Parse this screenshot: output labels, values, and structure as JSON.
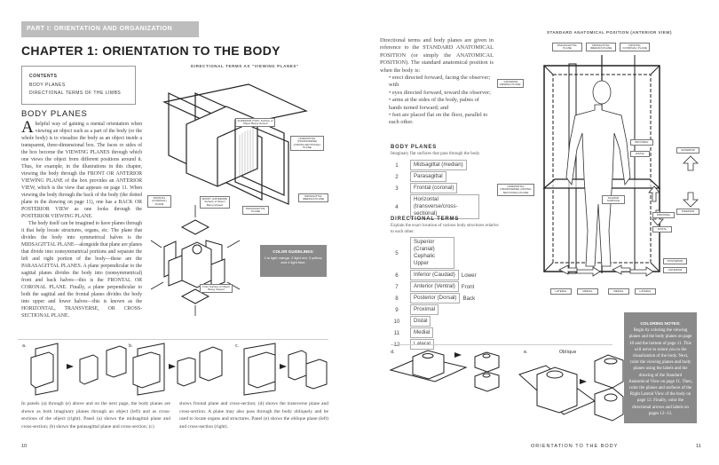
{
  "left_page": {
    "part_banner": "PART I: ORIENTATION AND ORGANIZATION",
    "chapter_title": "CHAPTER 1: ORIENTATION TO THE BODY",
    "contents": {
      "heading": "CONTENTS",
      "items": [
        "BODY PLANES",
        "DIRECTIONAL TERMS OF THE LIMBS"
      ]
    },
    "section_heading": "BODY PLANES",
    "drop_cap": "A",
    "paragraph1": "helpful way of gaining a mental orientation when viewing an object such as a part of the body (or the whole body) is to visualize the body as an object inside a transparent, three-dimensional box. The faces or sides of the box become the VIEWING PLANES through which one views the object from different positions around it. Thus, for example, in the illustrations in this chapter, viewing the body through the FRONT OR ANTERIOR VIEWING PLANE of the box provides an ANTERIOR VIEW, which is the view that appears on page 11. When viewing the body through the back of the body (the dotted plane in the drawing on page 11), one has a BACK OR POSTERIOR VIEW as one looks through the POSTERIOR VIEWING PLANE.",
    "paragraph2": "The body itself can be imagined to have planes through it that help locate structures, organs, etc. The plane that divides the body into symmetrical halves is the MIDSAGITTAL PLANE—alongside that plane are planes that divide into nonsymmetrical portions and separate the left and right portion of the body—these are the PARASAGITTAL PLANES. A plane perpendicular to the sagittal planes divides the body into (nonsymmetrical) front and back halves—this is the FRONTAL OR CORONAL PLANE. Finally, a plane perpendicular to both the sagittal and the frontal planes divides the body into upper and lower halves—this is known as the HORIZONTAL, TRANSVERSE, OR CROSS-SECTIONAL PLANE.",
    "figure_title": "DIRECTIONAL TERMS AS \"VIEWING PLANES\"",
    "figure_labels": {
      "superior": "SUPERIOR (TOP): Surface of Object Being Viewed",
      "horizontal": "HORIZONTAL (TRANSVERSE) (CROSS-SECTIONAL) PLANE",
      "frontal": "FRONTAL (CORONAL) PLANE",
      "front_surface": "FRONT (ANTERIOR) Surface of Object Being Viewed",
      "parasagittal": "PARASAGITTAL PLANE",
      "midsagittal": "MIDSAGITTAL (MEDIAN) PLANE",
      "small_front": "Front Surface of Object Being Viewed"
    },
    "color_guidelines": {
      "title": "COLOR GUIDELINES:",
      "text": "1 is light orange, 2 light red, 3 yellow, and 4 light blue."
    },
    "panel_labels": [
      "a.",
      "b.",
      "c."
    ],
    "caption_col1": "In panels (a) through (e) above and on the next page, the body planes are shown as both imaginary planes through an object (left) and as cross-sections of the object (right). Panel (a) shows the midsagittal plane and cross-section; (b) shows the parasagittal plane and cross-section; (c)",
    "caption_col2": "shows frontal plane and cross-section; (d) shows the transverse plane and cross-section. A plane may also pass through the body obliquely and be used to locate organs and structures. Panel (e) shows the oblique plane (left) and cross-section (right).",
    "page_number": "10"
  },
  "right_page": {
    "intro": "Directional terms and body planes are given in reference to the STANDARD ANATOMICAL POSITION (or simply the ANATOMICAL POSITION). The standard anatomical position is when the body is:",
    "bullets": [
      "erect directed forward, facing the observer; with",
      "eyes directed forward, toward the observer;",
      "arms at the sides of the body, palms of hands turned forward; and",
      "feet are placed flat on the floor, parallel to each other."
    ],
    "body_planes": {
      "heading": "BODY PLANES",
      "subtitle": "Imaginary flat surfaces that pass through the body.",
      "items": [
        {
          "n": "1",
          "label": "Midsagittal (median)"
        },
        {
          "n": "2",
          "label": "Parasagittal"
        },
        {
          "n": "3",
          "label": "Frontal (coronal)"
        },
        {
          "n": "4",
          "label": "Horizontal (transverse/cross-sectional)"
        }
      ]
    },
    "directional_terms": {
      "heading": "DIRECTIONAL TERMS",
      "subtitle": "Explain the exact location of various body structures relative to each other.",
      "items": [
        {
          "n": "5",
          "label": "Superior (Cranial) Cephalic Upper",
          "extra": ""
        },
        {
          "n": "6",
          "label": "Inferior (Caudad)",
          "extra": "Lower"
        },
        {
          "n": "7",
          "label": "Anterior (Ventral)",
          "extra": "Front"
        },
        {
          "n": "8",
          "label": "Posterior (Dorsal)",
          "extra": "Back"
        },
        {
          "n": "9",
          "label": "Proximal",
          "extra": ""
        },
        {
          "n": "10",
          "label": "Distal",
          "extra": ""
        },
        {
          "n": "11",
          "label": "Medial",
          "extra": ""
        },
        {
          "n": "12",
          "label": "Lateral",
          "extra": ""
        }
      ]
    },
    "figure_title": "STANDARD ANATOMICAL POSITION (ANTERIOR VIEW)",
    "figure_labels": {
      "parasagittal": "PARASAGITTAL PLANE",
      "midsagittal": "MIDSAGITTAL (MEDIAN) PLANE",
      "frontal": "FRONTAL (CORONAL) PLANE",
      "anterior_plane": "\"ANTERIOR VIEWING PLANE\"",
      "horizontal": "HORIZONTAL (TRANSVERSE) (CROSS-SECTIONAL) PLANE",
      "proximal_upper": "PROXIMAL",
      "distal_upper": "DISTAL",
      "palmar": "PALMAR SURFACE",
      "proximal": "PROXIMAL",
      "distal": "DISTAL",
      "superior": "SUPERIOR",
      "inferior": "INFERIOR",
      "posterior": "POSTERIOR",
      "anterior": "ANTERIOR",
      "lateral_l": "LATERAL",
      "medial_l": "MEDIAL",
      "medial_r": "MEDIAL",
      "lateral_r": "LATERAL"
    },
    "coloring_notes": {
      "title": "COLORING NOTES:",
      "text": "Begin by coloring the viewing planes and the body planes on page 10 and the bottom of page 11. This will serve to orient you to the visualization of the body. Next, color the viewing planes and body planes using the labels and the drawing of the Standard Anatomical View on page 11. Then, color the planes and surfaces of the Right Lateral View of the body on page 12. Finally, color the directional arrows and labels on pages 12–13."
    },
    "panel_labels": [
      "d.",
      "e."
    ],
    "oblique_label": "Oblique",
    "running_footer": "ORIENTATION TO THE BODY",
    "page_number": "11"
  }
}
